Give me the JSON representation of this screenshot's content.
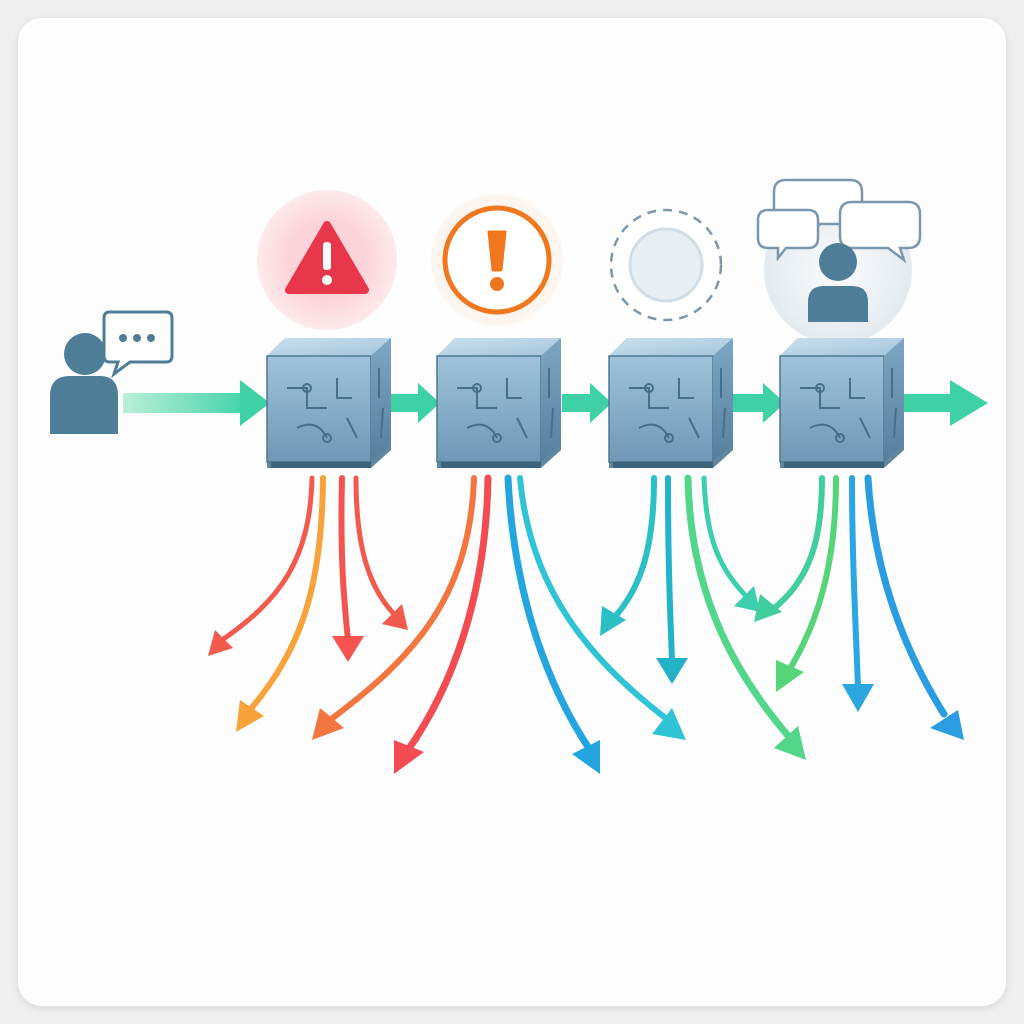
{
  "diagram": {
    "user": {
      "icon": "person-with-speech-bubble-icon",
      "bubble_text": "•••",
      "color": "#4e7d98"
    },
    "stages": [
      {
        "id": "stage-1",
        "status_icon": "warning-triangle-icon",
        "status_color": "#e8374a",
        "halo_color": "#fbd3d8",
        "fan_colors": [
          "#f25a4e",
          "#f7a23a",
          "#f4534f",
          "#f25a4e"
        ]
      },
      {
        "id": "stage-2",
        "status_icon": "exclamation-circle-icon",
        "status_color": "#f0771e",
        "halo_color": "#fdebdc",
        "fan_colors": [
          "#f4763f",
          "#f24b52",
          "#23a6e0",
          "#2fc3d6"
        ]
      },
      {
        "id": "stage-3",
        "status_icon": "empty-circle-icon",
        "status_color": "#7a97ad",
        "halo_color": "#eef2f5",
        "fan_colors": [
          "#2bc0c6",
          "#23b3c9",
          "#52d68a",
          "#3bcfb0"
        ]
      },
      {
        "id": "stage-4",
        "status_icon": "user-with-speech-bubbles-icon",
        "status_color": "#4e7d98",
        "halo_color": "#e8eef2",
        "fan_colors": [
          "#40cf9c",
          "#55d47a",
          "#2aa6e0",
          "#2a9de2"
        ]
      }
    ],
    "flow_color": "#3ed1a6",
    "cube_color": "#8fb3cd"
  }
}
